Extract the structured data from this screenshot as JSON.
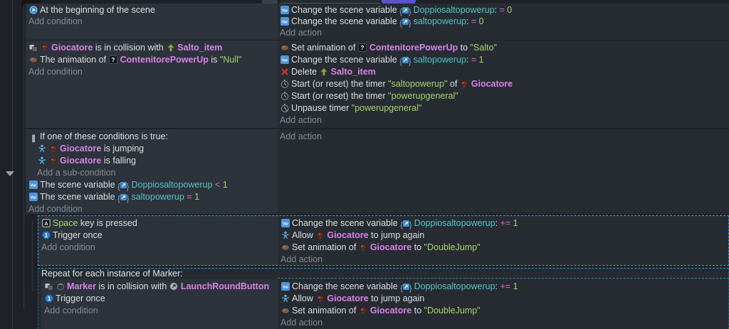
{
  "theme": {
    "canvas_bg": "#1e2228",
    "condition_bg": "#2d333b",
    "action_bg": "#272c33",
    "selection_dash": "#2f9fd6",
    "object_color": "#d783e6",
    "string_color": "#a5d46a",
    "variable_color": "#52c5c5",
    "operator_color": "#e06ec2",
    "link_color": "#858b94",
    "text_color": "#dcdfe3"
  },
  "events": [
    {
      "name": "begin-scene",
      "conditions": [
        {
          "seg": [
            {
              "i": "scene-start"
            },
            {
              "t": "At the beginning of the scene",
              "s": "p"
            }
          ]
        },
        {
          "link": "Add condition"
        }
      ],
      "actions": [
        {
          "seg": [
            {
              "i": "variable"
            },
            {
              "t": "Change the scene variable ",
              "s": "p"
            },
            {
              "i": "var-badge"
            },
            {
              "t": "Doppiosaltopowerup",
              "s": "v"
            },
            {
              "t": ": ",
              "s": "p"
            },
            {
              "t": "=",
              "s": "op"
            },
            {
              "t": " 0",
              "s": "n"
            }
          ]
        },
        {
          "seg": [
            {
              "i": "variable"
            },
            {
              "t": "Change the scene variable ",
              "s": "p"
            },
            {
              "i": "var-badge"
            },
            {
              "t": "saltopowerup",
              "s": "v"
            },
            {
              "t": ": ",
              "s": "p"
            },
            {
              "t": "=",
              "s": "op"
            },
            {
              "t": " 0",
              "s": "n"
            }
          ]
        },
        {
          "link": "Add action"
        }
      ]
    },
    {
      "name": "collision-salto-item",
      "conditions": [
        {
          "seg": [
            {
              "i": "collision"
            },
            {
              "i": "obj-giocatore"
            },
            {
              "t": "Giocatore",
              "s": "o"
            },
            {
              "t": " is in collision with ",
              "s": "p"
            },
            {
              "i": "obj-salto-item"
            },
            {
              "t": "Salto_item",
              "s": "o"
            }
          ]
        },
        {
          "seg": [
            {
              "i": "animation"
            },
            {
              "t": "The animation of ",
              "s": "p"
            },
            {
              "i": "obj-contenitore"
            },
            {
              "t": "ContenitorePowerUp",
              "s": "o"
            },
            {
              "t": " is ",
              "s": "p"
            },
            {
              "t": "\"Null\"",
              "s": "g"
            }
          ]
        },
        {
          "link": "Add condition"
        }
      ],
      "actions": [
        {
          "seg": [
            {
              "i": "animation"
            },
            {
              "t": "Set animation of ",
              "s": "p"
            },
            {
              "i": "obj-contenitore"
            },
            {
              "t": "ContenitorePowerUp",
              "s": "o"
            },
            {
              "t": " to ",
              "s": "p"
            },
            {
              "t": "\"Salto\"",
              "s": "g"
            }
          ]
        },
        {
          "seg": [
            {
              "i": "variable"
            },
            {
              "t": "Change the scene variable ",
              "s": "p"
            },
            {
              "i": "var-badge"
            },
            {
              "t": "saltopowerup",
              "s": "v"
            },
            {
              "t": ": ",
              "s": "p"
            },
            {
              "t": "=",
              "s": "op"
            },
            {
              "t": " 1",
              "s": "n"
            }
          ]
        },
        {
          "seg": [
            {
              "i": "delete"
            },
            {
              "t": "Delete ",
              "s": "p"
            },
            {
              "i": "obj-salto-item"
            },
            {
              "t": "Salto_item",
              "s": "o"
            }
          ]
        },
        {
          "seg": [
            {
              "i": "timer"
            },
            {
              "t": "Start (or reset) the timer ",
              "s": "p"
            },
            {
              "t": "\"saltopowerup\"",
              "s": "g"
            },
            {
              "t": " of ",
              "s": "p"
            },
            {
              "i": "obj-giocatore"
            },
            {
              "t": "Giocatore",
              "s": "o"
            }
          ]
        },
        {
          "seg": [
            {
              "i": "timer"
            },
            {
              "t": "Start (or reset) the timer ",
              "s": "p"
            },
            {
              "t": "\"powerupgeneral\"",
              "s": "g"
            }
          ]
        },
        {
          "seg": [
            {
              "i": "timer-unpause"
            },
            {
              "t": "Unpause timer ",
              "s": "p"
            },
            {
              "t": "\"powerupgeneral\"",
              "s": "g"
            }
          ]
        },
        {
          "link": "Add action"
        }
      ]
    },
    {
      "name": "or-jumping-falling",
      "conditions": [
        {
          "seg": [
            {
              "i": "or"
            },
            {
              "t": "If one of these conditions is true:",
              "s": "p"
            }
          ]
        },
        {
          "ind": 1,
          "seg": [
            {
              "i": "jump"
            },
            {
              "i": "obj-giocatore"
            },
            {
              "t": "Giocatore",
              "s": "o"
            },
            {
              "t": " is jumping",
              "s": "p"
            }
          ]
        },
        {
          "ind": 1,
          "seg": [
            {
              "i": "jump"
            },
            {
              "i": "obj-giocatore"
            },
            {
              "t": "Giocatore",
              "s": "o"
            },
            {
              "t": " is falling",
              "s": "p"
            }
          ]
        },
        {
          "ind": 1,
          "link": "Add a sub-condition"
        },
        {
          "seg": [
            {
              "i": "variable"
            },
            {
              "t": "The scene variable ",
              "s": "p"
            },
            {
              "i": "var-badge"
            },
            {
              "t": "Doppiosaltopowerup",
              "s": "v"
            },
            {
              "t": " ",
              "s": "p"
            },
            {
              "t": "<",
              "s": "op"
            },
            {
              "t": " 1",
              "s": "n"
            }
          ]
        },
        {
          "seg": [
            {
              "i": "variable"
            },
            {
              "t": "The scene variable ",
              "s": "p"
            },
            {
              "i": "var-badge"
            },
            {
              "t": "saltopowerup",
              "s": "v"
            },
            {
              "t": " ",
              "s": "p"
            },
            {
              "t": "=",
              "s": "op"
            },
            {
              "t": " 1",
              "s": "n"
            }
          ]
        },
        {
          "link": "Add condition"
        }
      ],
      "actions": [
        {
          "link": "Add action"
        }
      ]
    },
    {
      "name": "space-double-jump",
      "selected": true,
      "conditions": [
        {
          "seg": [
            {
              "i": "keyboard"
            },
            {
              "t": "Space",
              "s": "g"
            },
            {
              "t": " key is pressed",
              "s": "p"
            }
          ]
        },
        {
          "seg": [
            {
              "i": "trigger-once"
            },
            {
              "t": "Trigger once",
              "s": "p"
            }
          ]
        },
        {
          "link": "Add condition"
        }
      ],
      "actions": [
        {
          "seg": [
            {
              "i": "variable"
            },
            {
              "t": "Change the scene variable ",
              "s": "p"
            },
            {
              "i": "var-badge"
            },
            {
              "t": "Doppiosaltopowerup",
              "s": "v"
            },
            {
              "t": ": ",
              "s": "p"
            },
            {
              "t": "+=",
              "s": "op"
            },
            {
              "t": " 1",
              "s": "n"
            }
          ]
        },
        {
          "seg": [
            {
              "i": "jump"
            },
            {
              "t": "Allow ",
              "s": "p"
            },
            {
              "i": "obj-giocatore"
            },
            {
              "t": "Giocatore",
              "s": "o"
            },
            {
              "t": " to jump again",
              "s": "p"
            }
          ]
        },
        {
          "seg": [
            {
              "i": "animation"
            },
            {
              "t": "Set animation of ",
              "s": "p"
            },
            {
              "i": "obj-giocatore"
            },
            {
              "t": "Giocatore",
              "s": "o"
            },
            {
              "t": " to ",
              "s": "p"
            },
            {
              "t": "\"DoubleJump\"",
              "s": "g"
            }
          ]
        },
        {
          "link": "Add action"
        }
      ]
    },
    {
      "name": "repeat-marker",
      "header": "Repeat for each instance of Marker:",
      "conditions": [
        {
          "seg": [
            {
              "i": "collision"
            },
            {
              "i": "obj-marker"
            },
            {
              "t": "Marker",
              "s": "o"
            },
            {
              "t": " is in collision with ",
              "s": "p"
            },
            {
              "i": "obj-launch-button"
            },
            {
              "t": "LaunchRoundButton",
              "s": "o"
            }
          ]
        },
        {
          "seg": [
            {
              "i": "trigger-once"
            },
            {
              "t": "Trigger once",
              "s": "p"
            }
          ]
        },
        {
          "link": "Add condition"
        }
      ],
      "actions": [
        {
          "seg": [
            {
              "i": "variable"
            },
            {
              "t": "Change the scene variable ",
              "s": "p"
            },
            {
              "i": "var-badge"
            },
            {
              "t": "Doppiosaltopowerup",
              "s": "v"
            },
            {
              "t": ": ",
              "s": "p"
            },
            {
              "t": "+=",
              "s": "op"
            },
            {
              "t": " 1",
              "s": "n"
            }
          ]
        },
        {
          "seg": [
            {
              "i": "jump"
            },
            {
              "t": "Allow ",
              "s": "p"
            },
            {
              "i": "obj-giocatore"
            },
            {
              "t": "Giocatore",
              "s": "o"
            },
            {
              "t": " to jump again",
              "s": "p"
            }
          ]
        },
        {
          "seg": [
            {
              "i": "animation"
            },
            {
              "t": "Set animation of ",
              "s": "p"
            },
            {
              "i": "obj-giocatore"
            },
            {
              "t": "Giocatore",
              "s": "o"
            },
            {
              "t": " to ",
              "s": "p"
            },
            {
              "t": "\"DoubleJump\"",
              "s": "g"
            }
          ]
        },
        {
          "link": "Add action"
        }
      ]
    }
  ]
}
